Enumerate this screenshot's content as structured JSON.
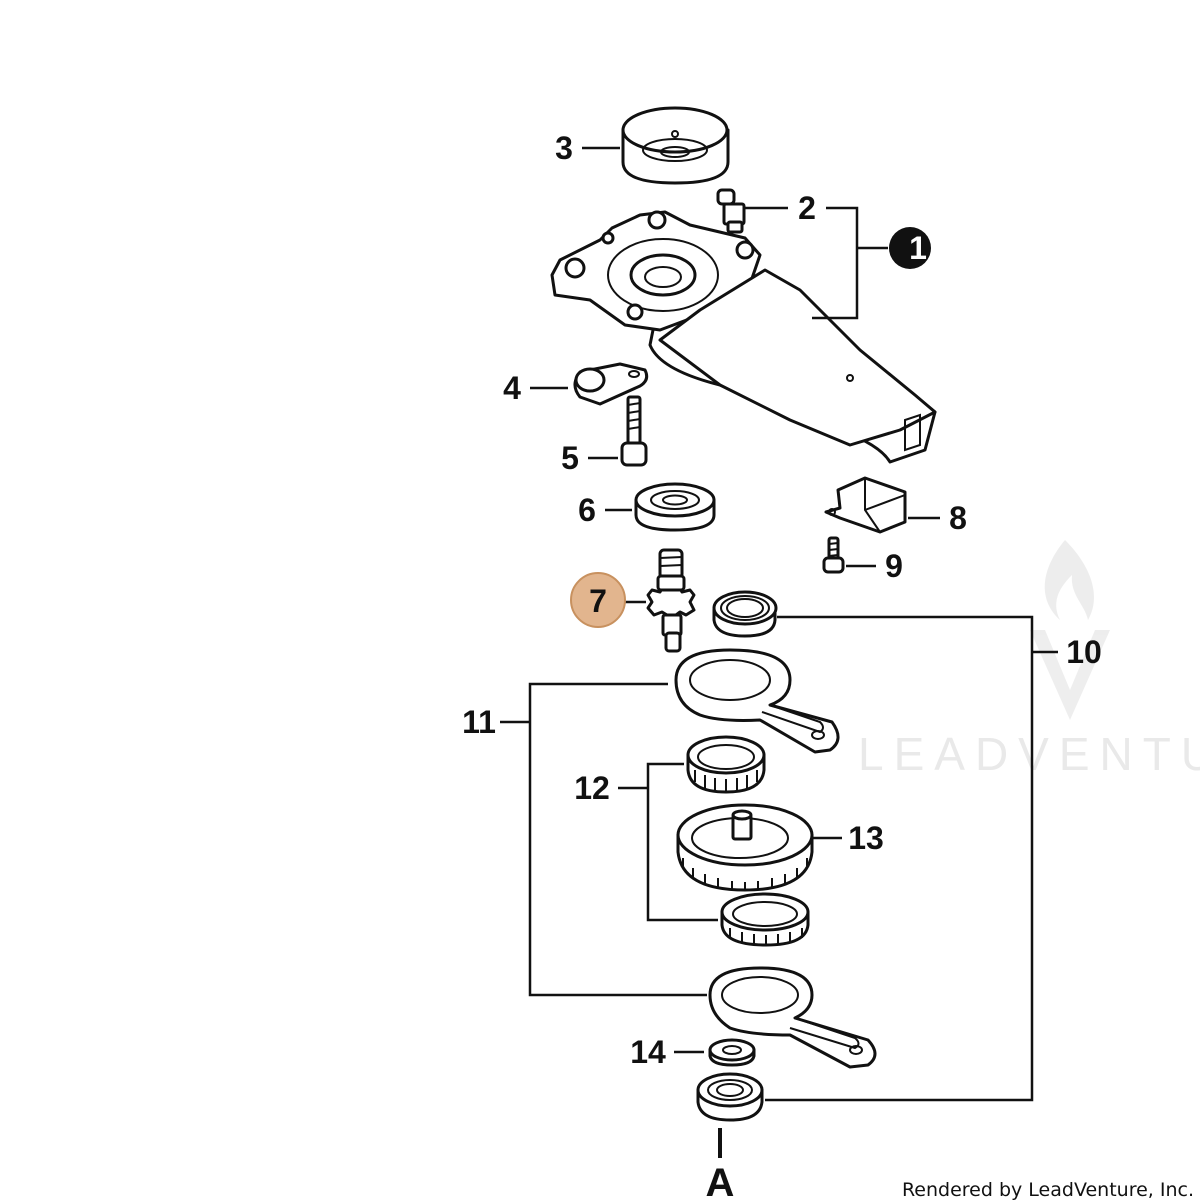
{
  "callouts": {
    "c1": "1",
    "c2": "2",
    "c3": "3",
    "c4": "4",
    "c5": "5",
    "c6": "6",
    "c7": "7",
    "c8": "8",
    "c9": "9",
    "c10": "10",
    "c11": "11",
    "c12": "12",
    "c13": "13",
    "c14": "14",
    "cA": "A"
  },
  "watermark": {
    "text": "LEADVENTU"
  },
  "footer": {
    "credit": "Rendered by LeadVenture, Inc."
  },
  "colors": {
    "highlight": "#e2b58e",
    "highlight_stroke": "#c8915f",
    "line": "#111111",
    "watermark": "#e9e9e9"
  },
  "icons": {
    "badge_1": "filled-circle-number",
    "watermark_logo": "flame-v-logo"
  }
}
